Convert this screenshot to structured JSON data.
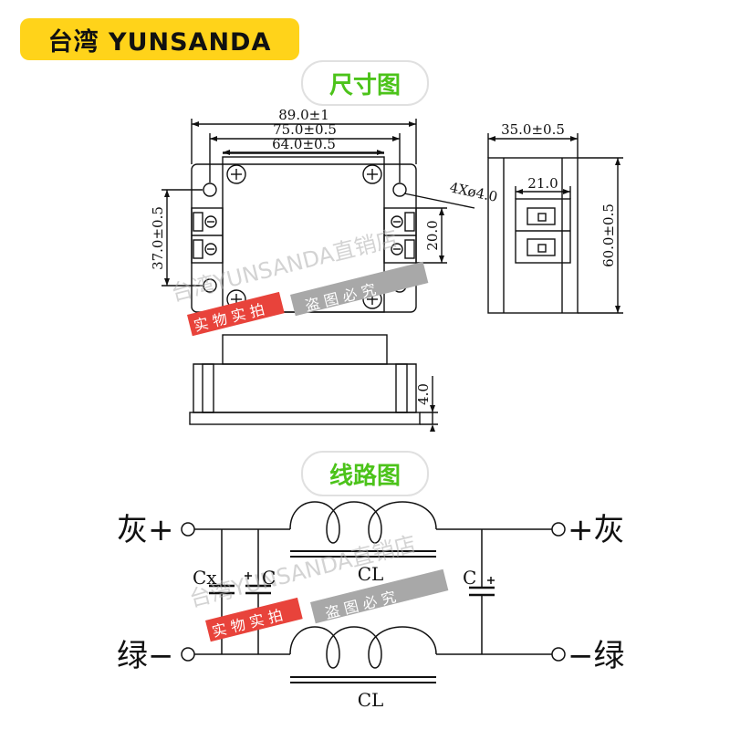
{
  "brand": {
    "label": "台湾 YUNSANDA"
  },
  "sections": {
    "dimensions_title": "尺寸图",
    "circuit_title": "线路图"
  },
  "dimensions": {
    "overall_width": "89.0±1",
    "mount_spacing": "75.0±0.5",
    "body_width": "64.0±0.5",
    "height_left": "37.0±0.5",
    "terminal_height": "20.0",
    "hole_spec": "4Xø4.0",
    "side_width": "35.0±0.5",
    "terminal_width": "21.0",
    "side_height": "60.0±0.5",
    "base_thickness": "4.0"
  },
  "circuit": {
    "left_top": "灰+",
    "left_bottom": "绿−",
    "right_top": "+灰",
    "right_bottom": "−绿",
    "cap_x": "Cx",
    "cap_c1": "C",
    "cap_c2": "C",
    "inductor_top": "CL",
    "inductor_bottom": "CL"
  },
  "watermark": {
    "main": "台湾YUNSANDA直销店",
    "red": "实 物 实 拍",
    "gray": "盗 图 必 究"
  },
  "colors": {
    "brand_yellow": "#ffd31a",
    "title_green": "#4cc31a",
    "watermark_red": "#e8433b"
  }
}
